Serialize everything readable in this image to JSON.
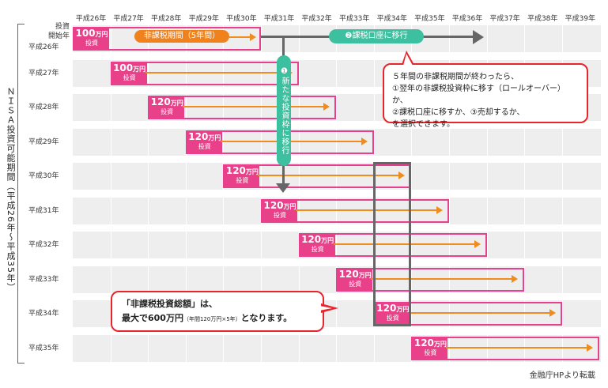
{
  "years": [
    "平成26年",
    "平成27年",
    "平成28年",
    "平成29年",
    "平成30年",
    "平成31年",
    "平成32年",
    "平成33年",
    "平成34年",
    "平成35年",
    "平成36年",
    "平成37年",
    "平成38年",
    "平成39年"
  ],
  "header_label": "投資\n開始年",
  "side_label": "ＮＩＳＡ投資可能期間（平成26年〜平成35年）",
  "rows": [
    {
      "label": "平成26年",
      "amount": "100",
      "unit": "万円",
      "sub": "投資"
    },
    {
      "label": "平成27年",
      "amount": "100",
      "unit": "万円",
      "sub": "投資"
    },
    {
      "label": "平成28年",
      "amount": "120",
      "unit": "万円",
      "sub": "投資"
    },
    {
      "label": "平成29年",
      "amount": "120",
      "unit": "万円",
      "sub": "投資"
    },
    {
      "label": "平成30年",
      "amount": "120",
      "unit": "万円",
      "sub": "投資"
    },
    {
      "label": "平成31年",
      "amount": "120",
      "unit": "万円",
      "sub": "投資"
    },
    {
      "label": "平成32年",
      "amount": "120",
      "unit": "万円",
      "sub": "投資"
    },
    {
      "label": "平成33年",
      "amount": "120",
      "unit": "万円",
      "sub": "投資"
    },
    {
      "label": "平成34年",
      "amount": "120",
      "unit": "万円",
      "sub": "投資"
    },
    {
      "label": "平成35年",
      "amount": "120",
      "unit": "万円",
      "sub": "投資"
    }
  ],
  "tax_free_period": "非課税期間（5年間）",
  "move_taxable": "❷課税口座に移行",
  "move_new_frame": "❶新たな投資枠に移行",
  "callout1": [
    "５年間の非課税期間が終わったら、",
    "①翌年の非課税投資枠に移す（ロールオーバー）か、",
    "②課税口座に移すか、③売却するか、",
    "を選択できます。"
  ],
  "callout2_line1": "「非課税投資総額」は、",
  "callout2_line2a": "最大で600万円",
  "callout2_small": "（年間120万円×5年）",
  "callout2_line2b": "となります。",
  "source": "金融庁HPより転載",
  "colors": {
    "pink": "#e9408a",
    "orange": "#f08b1e",
    "green": "#3cc0a0",
    "red": "#e8242c"
  }
}
